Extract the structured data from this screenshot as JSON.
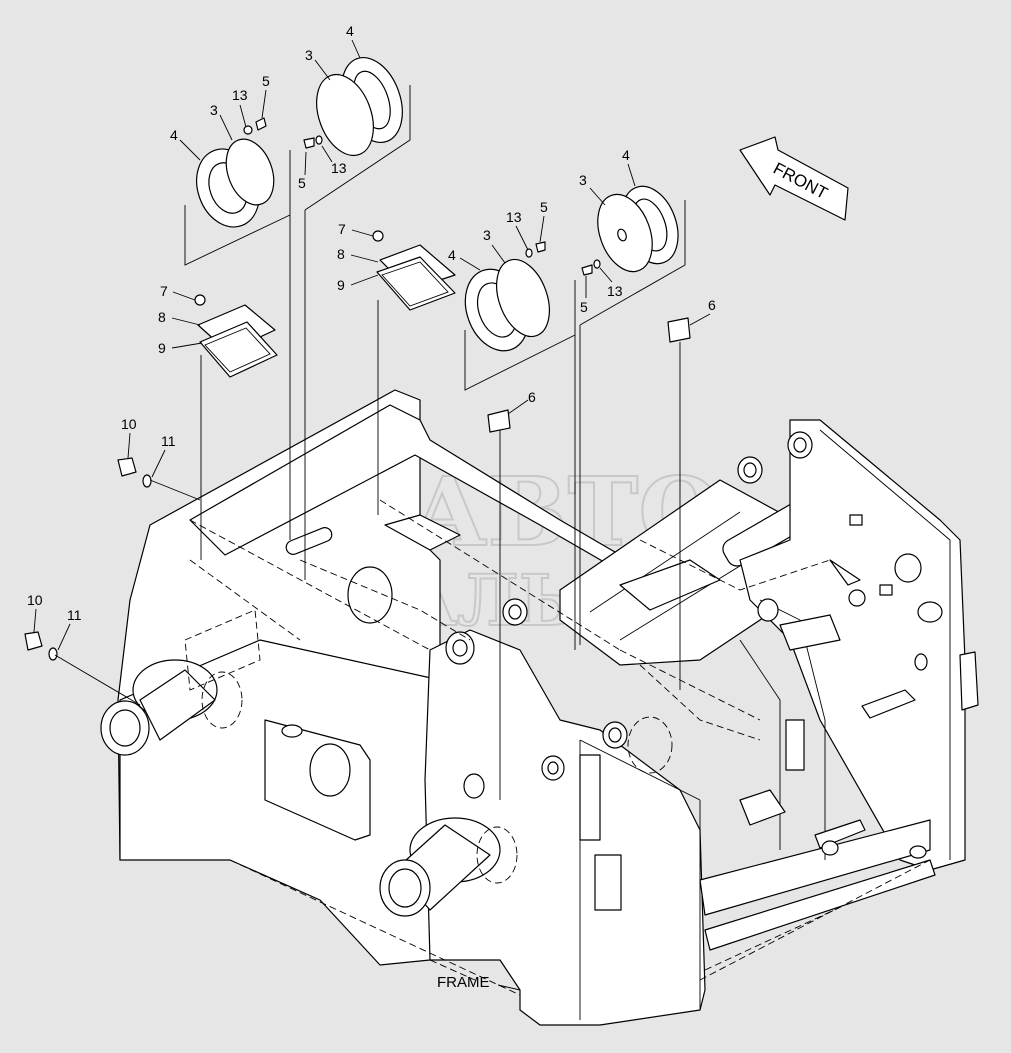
{
  "watermark": {
    "line1": "АВТО",
    "line2": "АЛЬЯНС",
    "color": "#c8c8c8"
  },
  "direction_arrow": {
    "label": "FRONT"
  },
  "assembly_label": "FRAME",
  "callouts": {
    "c1": "4",
    "c2": "3",
    "c3": "13",
    "c4": "5",
    "c5": "4",
    "c6": "3",
    "c7": "5",
    "c8": "13",
    "c9": "7",
    "c10": "8",
    "c11": "9",
    "c12": "7",
    "c13": "8",
    "c14": "9",
    "c15": "13",
    "c16": "5",
    "c17": "3",
    "c18": "4",
    "c19": "3",
    "c20": "4",
    "c21": "5",
    "c22": "13",
    "c23": "6",
    "c24": "6",
    "c25": "10",
    "c26": "11",
    "c27": "10",
    "c28": "11"
  },
  "colors": {
    "background": "#e6e6e6",
    "line": "#000000"
  }
}
